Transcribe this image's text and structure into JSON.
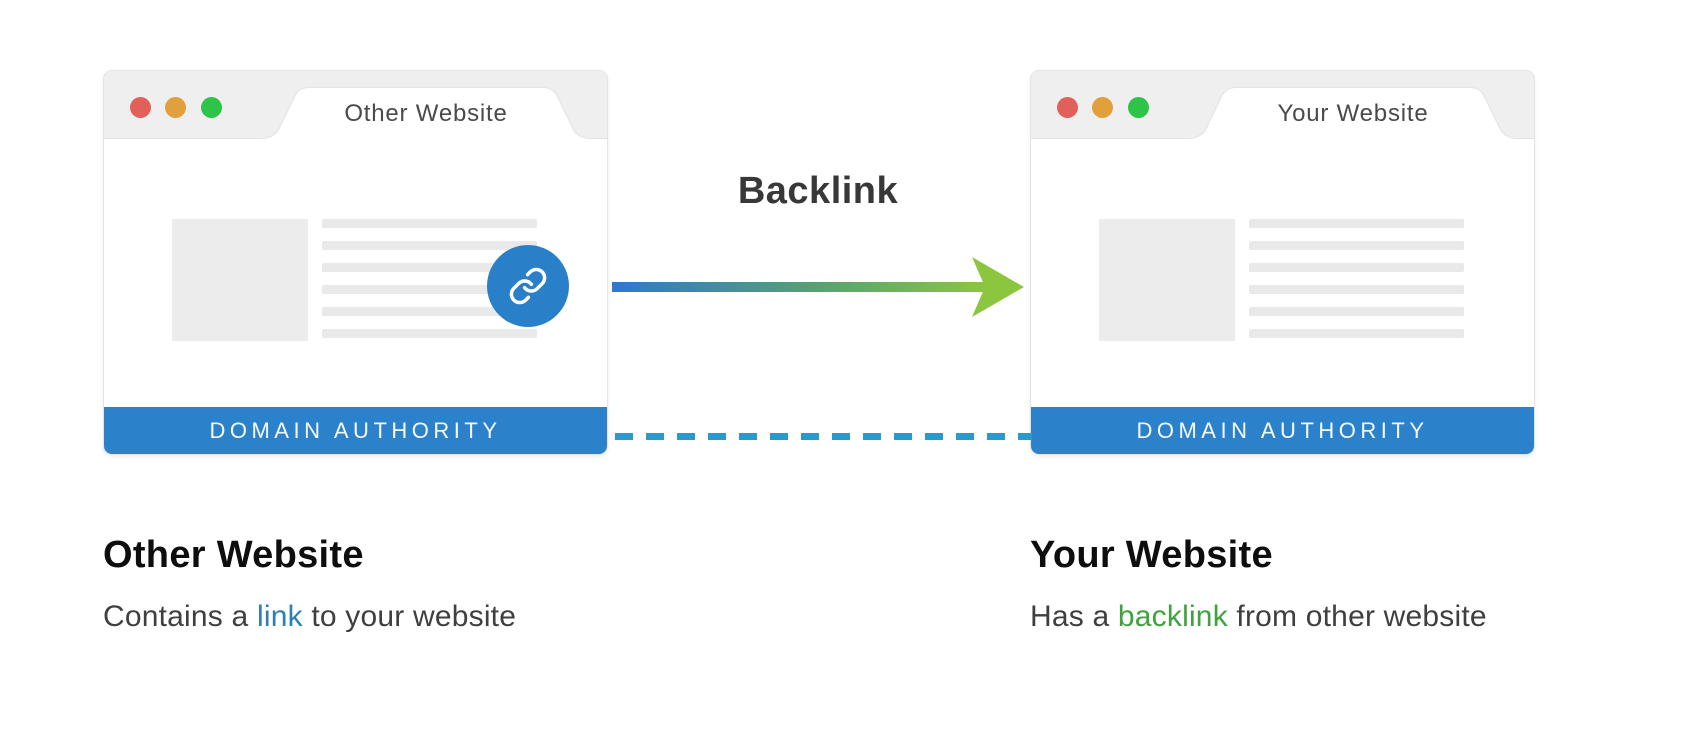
{
  "diagram_title": "Backlink",
  "backlink": {
    "label": "Backlink",
    "arrow_color_from": "#2b79d2",
    "arrow_color_to": "#8cc63f"
  },
  "connector": {
    "style": "dashed",
    "color": "#2a99cb"
  },
  "windows": {
    "left": {
      "tab_title": "Other Website",
      "bar_label": "DOMAIN AUTHORITY",
      "placeholder_line_count": 6,
      "has_link_badge": true
    },
    "right": {
      "tab_title": "Your Website",
      "bar_label": "DOMAIN AUTHORITY",
      "placeholder_line_count": 6,
      "has_link_badge": false
    }
  },
  "captions": {
    "left": {
      "title": "Other Website",
      "prefix": "Contains a ",
      "highlight": "link",
      "suffix": " to your website",
      "highlight_color": "#2c7fb2"
    },
    "right": {
      "title": "Your Website",
      "prefix": "Has a ",
      "highlight": "backlink",
      "suffix": " from other website",
      "highlight_color": "#3fa23e"
    }
  },
  "icons": {
    "traffic_lights": [
      "close-dot",
      "minimize-dot",
      "maximize-dot"
    ],
    "link_badge": "chain-link-icon"
  },
  "colors": {
    "window_header": "#efeff0",
    "domain_authority_bar": "#2b81ca",
    "link_badge_blue": "#2a80c8",
    "dot_red": "#e2605a",
    "dot_orange": "#e2a03c",
    "dot_green": "#2ec447",
    "placeholder_gray": "#ececec"
  }
}
